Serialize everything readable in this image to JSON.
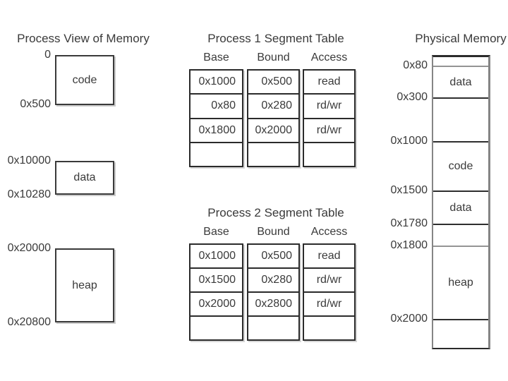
{
  "process_view": {
    "title": "Process View of Memory",
    "segments": [
      {
        "name": "code",
        "start_addr": "0",
        "end_addr": "0x500"
      },
      {
        "name": "data",
        "start_addr": "0x10000",
        "end_addr": "0x10280"
      },
      {
        "name": "heap",
        "start_addr": "0x20000",
        "end_addr": "0x20800"
      }
    ]
  },
  "segment_tables": [
    {
      "title": "Process 1 Segment Table",
      "headers": [
        "Base",
        "Bound",
        "Access"
      ],
      "rows": [
        [
          "0x1000",
          "0x500",
          "read"
        ],
        [
          "0x80",
          "0x280",
          "rd/wr"
        ],
        [
          "0x1800",
          "0x2000",
          "rd/wr"
        ],
        [
          "",
          "",
          ""
        ]
      ]
    },
    {
      "title": "Process 2 Segment Table",
      "headers": [
        "Base",
        "Bound",
        "Access"
      ],
      "rows": [
        [
          "0x1000",
          "0x500",
          "read"
        ],
        [
          "0x1500",
          "0x280",
          "rd/wr"
        ],
        [
          "0x2000",
          "0x2800",
          "rd/wr"
        ],
        [
          "",
          "",
          ""
        ]
      ]
    }
  ],
  "physical_memory": {
    "title": "Physical Memory",
    "address_labels": [
      "0x80",
      "0x300",
      "0x1000",
      "0x1500",
      "0x1780",
      "0x1800",
      "0x2000"
    ],
    "regions": [
      {
        "label": ""
      },
      {
        "label": "data"
      },
      {
        "label": ""
      },
      {
        "label": "code"
      },
      {
        "label": "data"
      },
      {
        "label": ""
      },
      {
        "label": "heap"
      },
      {
        "label": ""
      }
    ]
  },
  "colors": {
    "text": "#3a3a3a",
    "line_dark": "#2b2b2b",
    "line_light": "#949494",
    "background": "#ffffff"
  }
}
